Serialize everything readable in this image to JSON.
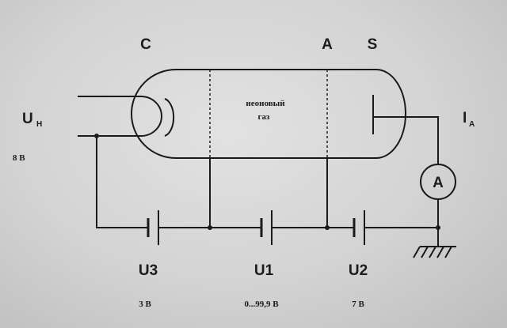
{
  "electrodes": {
    "cathode": "C",
    "anode": "A",
    "screen": "S"
  },
  "heater": {
    "label": "U",
    "subscript": "H",
    "voltage": "8 B"
  },
  "current": {
    "label": "I",
    "subscript": "A"
  },
  "ammeter": "A",
  "gas_label_line1": "неоновый",
  "gas_label_line2": "газ",
  "sources": [
    {
      "name": "U3",
      "voltage": "3 B"
    },
    {
      "name": "U1",
      "voltage": "0...99,9 B"
    },
    {
      "name": "U2",
      "voltage": "7 B"
    }
  ]
}
